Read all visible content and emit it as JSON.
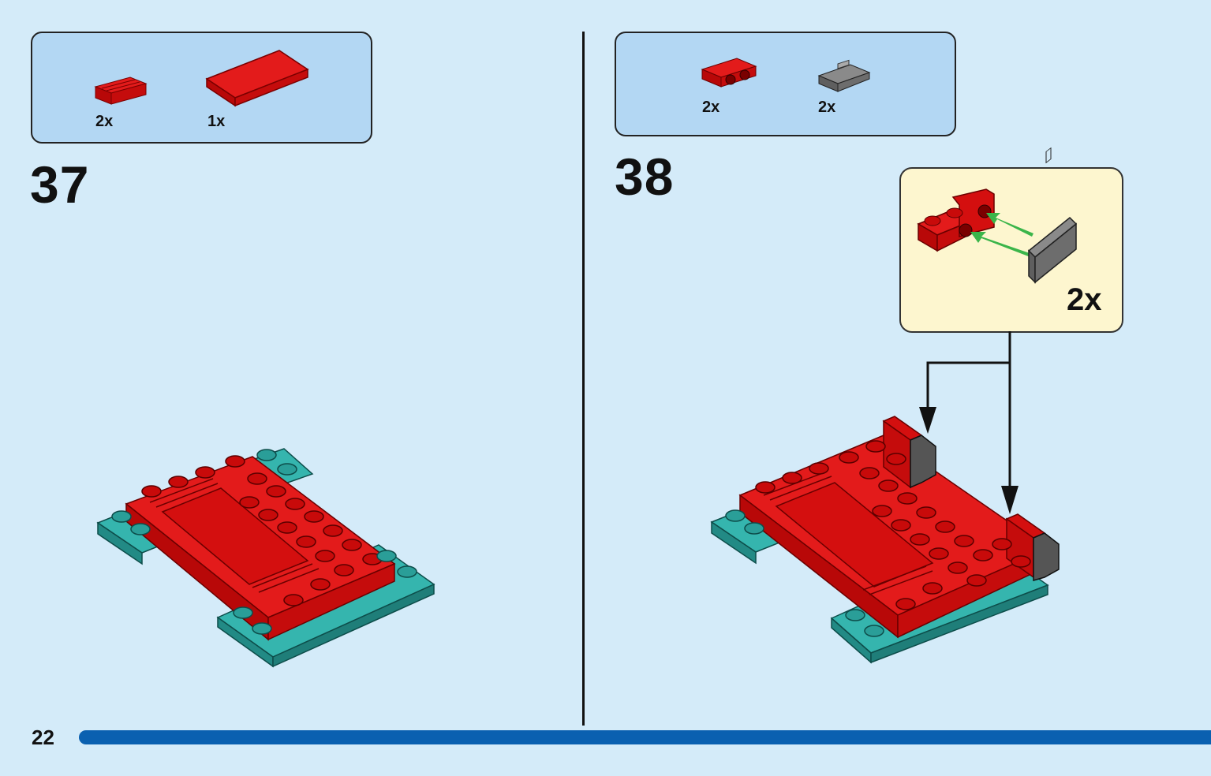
{
  "step37": {
    "number": "37",
    "parts": [
      {
        "name": "red-plate-1x2-rail",
        "qty": "2x"
      },
      {
        "name": "red-tile-2x4",
        "qty": "1x"
      }
    ]
  },
  "step38": {
    "number": "38",
    "parts": [
      {
        "name": "red-bracket-1x2",
        "qty": "2x"
      },
      {
        "name": "gray-tile-1x2-grille",
        "qty": "2x"
      }
    ],
    "subassembly_qty": "2x"
  },
  "footer": {
    "page_number": "22"
  },
  "colors": {
    "background": "#d4ebf9",
    "parts_box": "#b3d7f3",
    "subassembly_box": "#fdf6cf",
    "brick_red": "#d40b0b",
    "teal": "#2aa6a0",
    "gray": "#6d6d6d",
    "arrow_green": "#3bb54a",
    "progress_blue": "#0a60b0"
  }
}
